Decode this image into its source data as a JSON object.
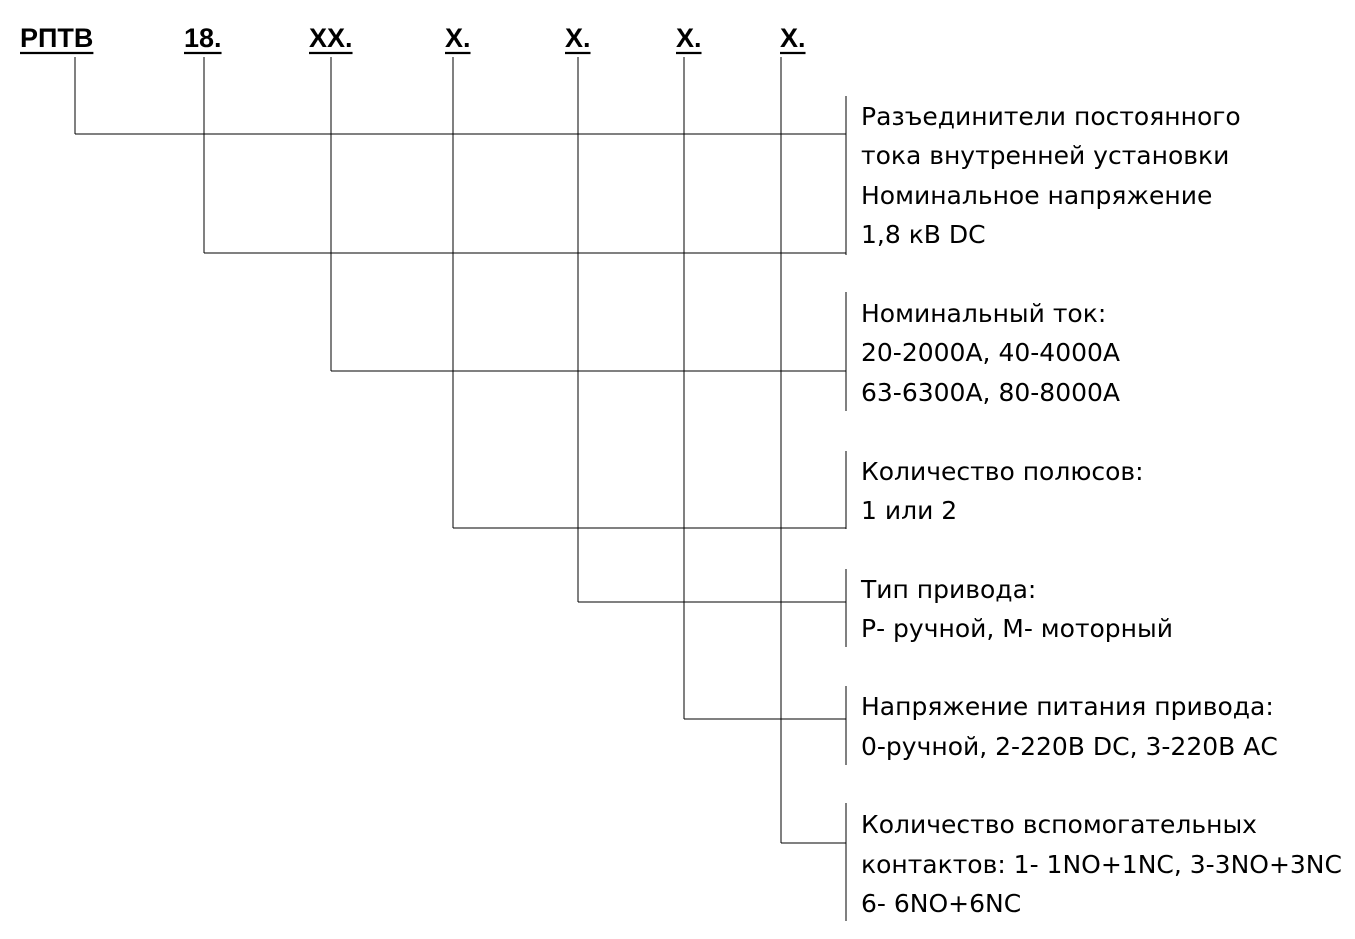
{
  "code": {
    "parts": [
      "РПТВ",
      "18.",
      "ХХ.",
      "Х.",
      "Х.",
      "Х.",
      "Х."
    ]
  },
  "descriptions": [
    {
      "lines": [
        "Разъединители постоянного",
        "тока внутренней установки"
      ]
    },
    {
      "lines": [
        "Номинальное напряжение",
        "1,8 кВ DC"
      ]
    },
    {
      "lines": [
        "Номинальный ток:",
        "20-2000А, 40-4000А",
        "63-6300А, 80-8000А"
      ]
    },
    {
      "lines": [
        "Количество полюсов:",
        "1 или 2"
      ]
    },
    {
      "lines": [
        "Тип привода:",
        "Р- ручной, М- моторный"
      ]
    },
    {
      "lines": [
        "Напряжение питания привода:",
        "0-ручной, 2-220В DC, 3-220В АС"
      ]
    },
    {
      "lines": [
        "Количество вспомогательных",
        "контактов: 1- 1NO+1NC, 3-3NO+3NC",
        "6- 6NO+6NC"
      ]
    }
  ]
}
